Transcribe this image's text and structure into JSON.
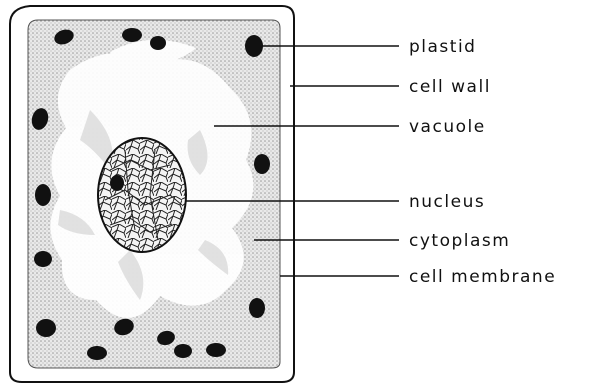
{
  "diagram": {
    "labels": {
      "plastid": "plastid",
      "cell_wall": "cell wall",
      "vacuole": "vacuole",
      "nucleus": "nucleus",
      "cytoplasm": "cytoplasm",
      "cell_membrane": "cell membrane"
    }
  }
}
